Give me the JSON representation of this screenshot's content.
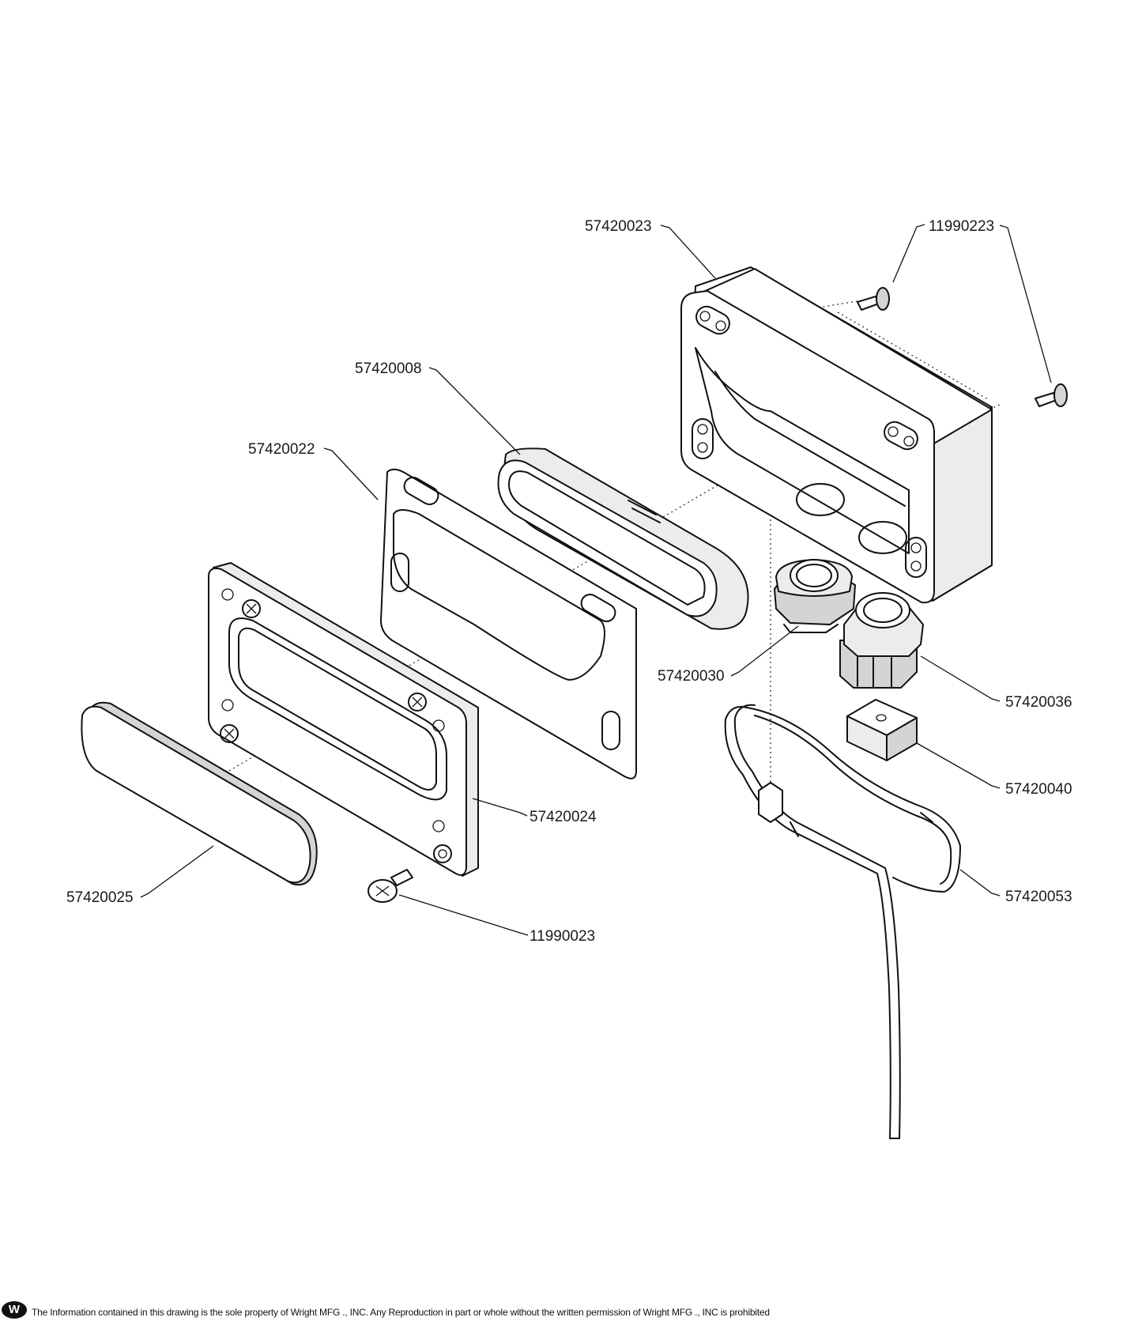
{
  "labels": {
    "housing": "57420023",
    "housing_screws": "11990223",
    "lamp": "57420008",
    "gasket": "57420022",
    "bezel": "57420024",
    "lens": "57420025",
    "bezel_screw": "11990023",
    "grommet_nut": "57420030",
    "strain_relief": "57420036",
    "foam_block": "57420040",
    "wire_harness": "57420053"
  },
  "footer": {
    "logo": "W",
    "notice": "The Information contained in this drawing is the sole property of Wright MFG ., INC. Any Reproduction in part or whole without the written permission of Wright MFG ., INC is prohibited"
  }
}
